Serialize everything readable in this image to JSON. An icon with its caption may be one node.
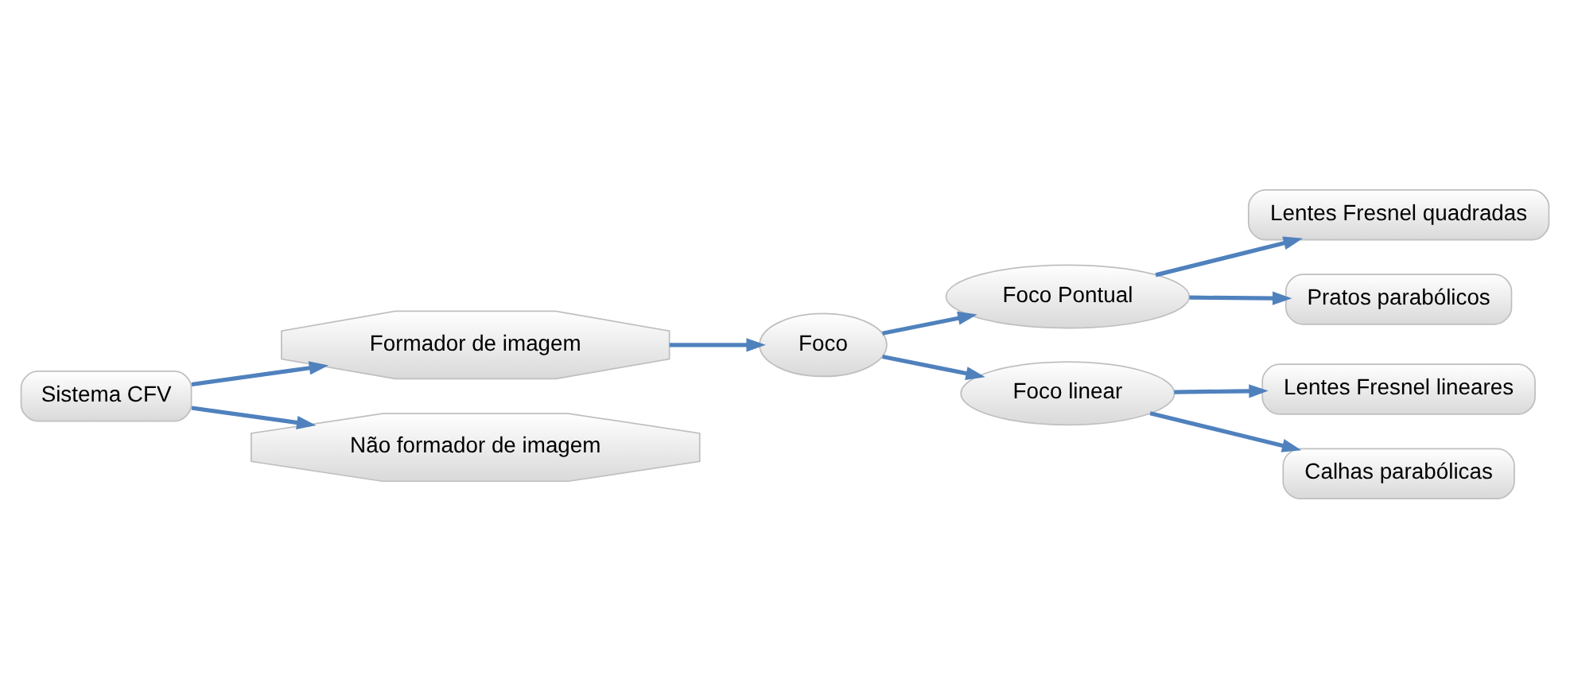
{
  "diagram": {
    "nodes": [
      {
        "text": [
          "Sistema CFV"
        ]
      },
      {
        "text": [
          "Formador de imagem"
        ]
      },
      {
        "text": [
          "Não formador de imagem"
        ]
      },
      {
        "text": [
          "Foco"
        ]
      },
      {
        "text": [
          "Foco Pontual"
        ]
      },
      {
        "text": [
          "Foco linear"
        ]
      },
      {
        "text": [
          "Lentes Fresnel quadradas"
        ]
      },
      {
        "text": [
          "Pratos parabólicos"
        ]
      },
      {
        "text": [
          "Lentes Fresnel lineares"
        ]
      },
      {
        "text": [
          "Calhas parabólicas"
        ]
      }
    ],
    "edges": [
      {
        "from": 0,
        "to": 1,
        "arrow": "to"
      },
      {
        "from": 0,
        "to": 2,
        "arrow": "to"
      },
      {
        "from": 1,
        "to": 3,
        "arrow": "to"
      },
      {
        "from": 3,
        "to": 4,
        "arrow": "to"
      },
      {
        "from": 3,
        "to": 5,
        "arrow": "to"
      },
      {
        "from": 4,
        "to": 6,
        "arrow": "to"
      },
      {
        "from": 4,
        "to": 7,
        "arrow": "to"
      },
      {
        "from": 5,
        "to": 8,
        "arrow": "to"
      },
      {
        "from": 5,
        "to": 9,
        "arrow": "to"
      }
    ]
  }
}
